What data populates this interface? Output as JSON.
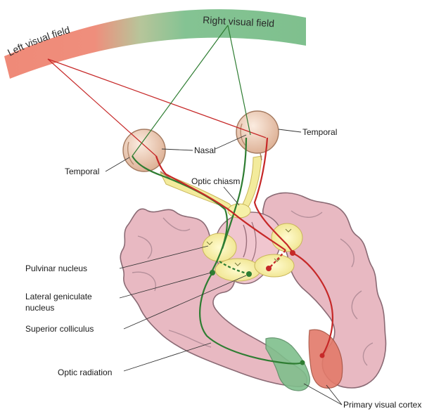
{
  "fields": {
    "left": "Left visual field",
    "right": "Right visual field"
  },
  "labels": {
    "temporal_left": "Temporal",
    "nasal": "Nasal",
    "temporal_right": "Temporal",
    "optic_chiasm": "Optic chiasm",
    "pulvinar": "Pulvinar nucleus",
    "lgn_line1": "Lateral geniculate",
    "lgn_line2": "nucleus",
    "superior_colliculus": "Superior colliculus",
    "optic_radiation": "Optic radiation",
    "primary_visual_cortex": "Primary visual cortex"
  },
  "colors": {
    "left_field": "#ef8a78",
    "right_field": "#7fc08e",
    "green_pathway": "#2e7d32",
    "red_pathway": "#c62828",
    "brain_tissue": "#e8b9c2",
    "brain_outline": "#8a6a74",
    "thalamus_highlight": "#f6f0a8",
    "eye": "#f2d7c0"
  }
}
